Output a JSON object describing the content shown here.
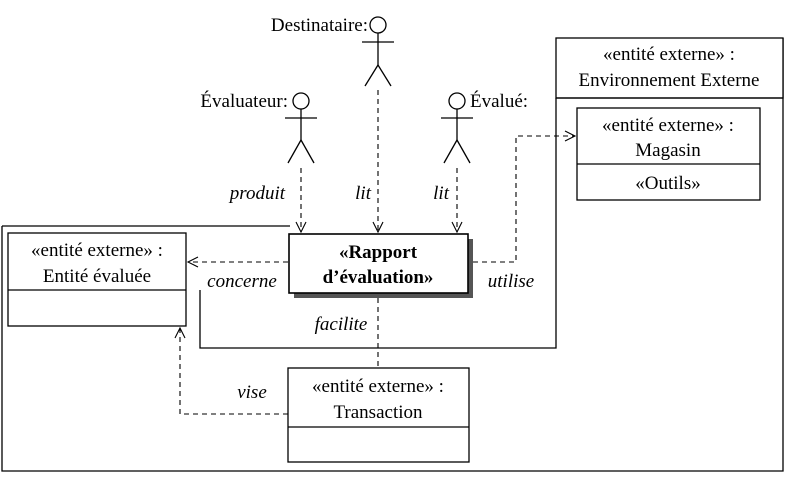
{
  "actors": {
    "destinataire": "Destinataire:",
    "evaluateur": "Évaluateur:",
    "evalue": "Évalué:"
  },
  "rapport": {
    "line1": "«Rapport",
    "line2": "d’évaluation»"
  },
  "environnement": {
    "stereotype": "«entité externe» :",
    "name": "Environnement Externe"
  },
  "magasin": {
    "stereotype": "«entité externe» :",
    "name": "Magasin",
    "attribute": "«Outils»"
  },
  "entite_evaluee": {
    "stereotype": "«entité externe» :",
    "name": "Entité évaluée"
  },
  "transaction": {
    "stereotype": "«entité externe» :",
    "name": "Transaction"
  },
  "relations": {
    "produit": "produit",
    "lit_destinataire": "lit",
    "lit_evalue": "lit",
    "concerne": "concerne",
    "utilise": "utilise",
    "facilite": "facilite",
    "vise": "vise"
  }
}
